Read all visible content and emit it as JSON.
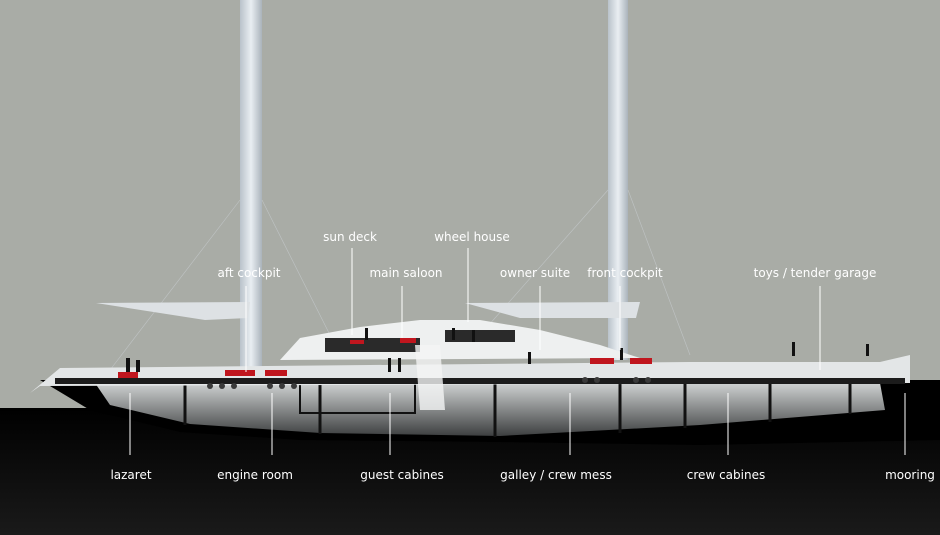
{
  "labels_above": [
    {
      "id": "sun-deck",
      "text": "sun deck"
    },
    {
      "id": "wheel-house",
      "text": "wheel house"
    },
    {
      "id": "aft-cockpit",
      "text": "aft cockpit"
    },
    {
      "id": "main-saloon",
      "text": "main saloon"
    },
    {
      "id": "owner-suite",
      "text": "owner suite"
    },
    {
      "id": "front-cockpit",
      "text": "front cockpit"
    },
    {
      "id": "toys-tender-garage",
      "text": "toys / tender garage"
    }
  ],
  "labels_below": [
    {
      "id": "lazaret",
      "text": "lazaret"
    },
    {
      "id": "engine-room",
      "text": "engine room"
    },
    {
      "id": "guest-cabines",
      "text": "guest cabines"
    },
    {
      "id": "galley-crew-mess",
      "text": "galley / crew mess"
    },
    {
      "id": "crew-cabines",
      "text": "crew cabines"
    },
    {
      "id": "mooring",
      "text": "mooring"
    }
  ],
  "colors": {
    "background": "#a9aca6",
    "hull": "#000000",
    "interior": "#8b8e8c",
    "deck": "#e6e8e8",
    "mast": "#cfd6dc",
    "furniture": "#c0161e",
    "label": "#ffffff"
  }
}
